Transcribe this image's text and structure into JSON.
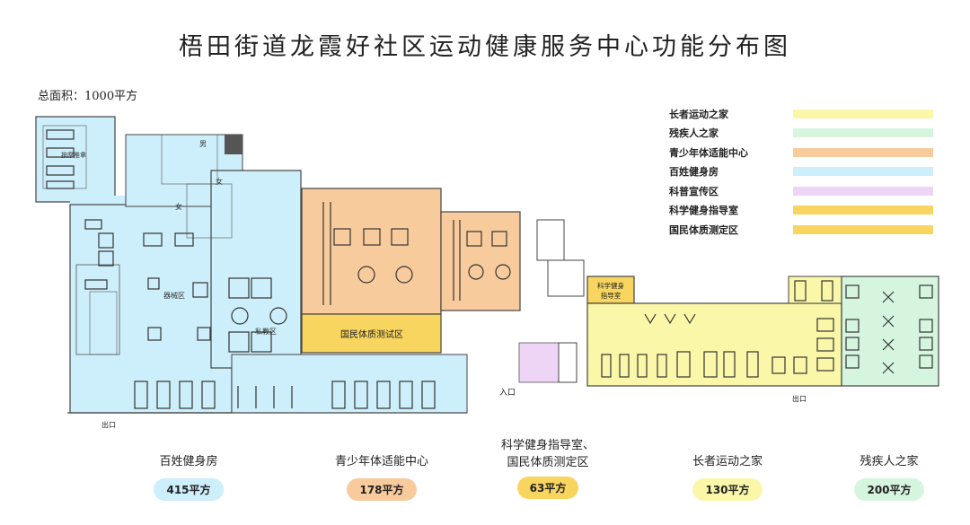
{
  "title": "梧田街道龙霞好社区运动健康服务中心功能分布图",
  "total_area": "总面积：1000平方",
  "legend": [
    {
      "label": "长者运动之家",
      "color": "#faf7a8"
    },
    {
      "label": "残疾人之家",
      "color": "#d5f5df"
    },
    {
      "label": "青少年体适能中心",
      "color": "#f8cb9c"
    },
    {
      "label": "百姓健身房",
      "color": "#cdeefb"
    },
    {
      "label": "科普宣传区",
      "color": "#eed5f5"
    },
    {
      "label": "科学健身指导室",
      "color": "#f8d55e"
    },
    {
      "label": "国民体质测定区",
      "color": "#f8d55e"
    }
  ],
  "plan": {
    "rooms": {
      "testing_zone": "国民体质测试区",
      "guidance_room_line1": "科学健身",
      "guidance_room_line2": "指导室",
      "equipment_zone": "器械区",
      "private_coach_zone": "私教区",
      "massage_room": "按摩推拿",
      "male": "男",
      "female": "女",
      "female2": "女",
      "entrance": "入口",
      "exit_left": "出口",
      "exit_right": "出口"
    }
  },
  "summary": [
    {
      "label": "百姓健身房",
      "area": "415平方",
      "color": "#cdeefb"
    },
    {
      "label": "青少年体适能中心",
      "area": "178平方",
      "color": "#f8cb9c"
    },
    {
      "label": "科学健身指导室、",
      "label2": "国民体质测定区",
      "area": "63平方",
      "color": "#f8d55e"
    },
    {
      "label": "长者运动之家",
      "area": "130平方",
      "color": "#faf7a8"
    },
    {
      "label": "残疾人之家",
      "area": "200平方",
      "color": "#d5f5df"
    }
  ]
}
